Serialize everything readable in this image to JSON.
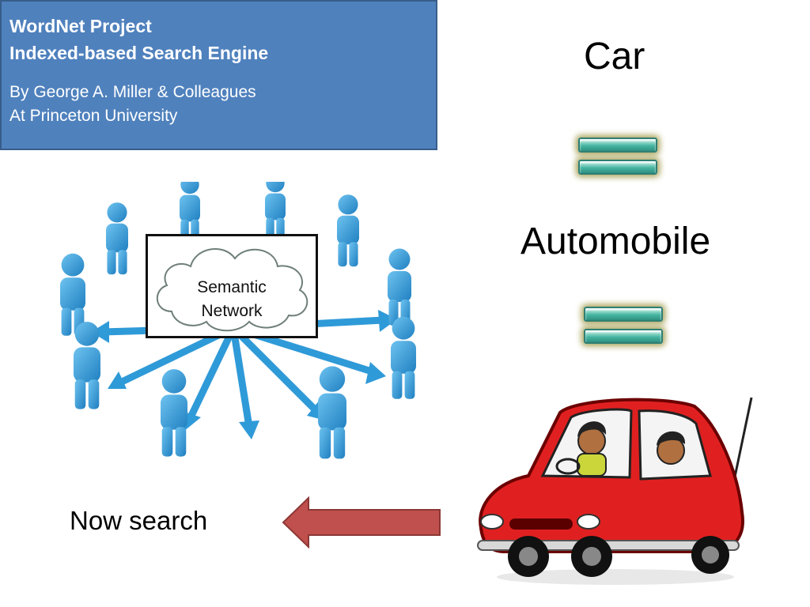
{
  "title_box": {
    "title_line1": "WordNet Project",
    "title_line2": "Indexed-based Search Engine",
    "byline1": "By George A. Miller & Colleagues",
    "byline2": "At Princeton University"
  },
  "words": {
    "car": "Car",
    "automobile": "Automobile",
    "now_search": "Now search"
  },
  "network": {
    "cloud_line1": "Semantic",
    "cloud_line2": "Network"
  },
  "colors": {
    "title_bg": "#4f81bd",
    "people_blue": "#2f9ad8",
    "arrow_red": "#c0504d",
    "car_red": "#e02020",
    "equals_teal": "#46b6a2"
  },
  "icons": [
    "people-network-illustration",
    "cloud-icon",
    "equals-icon",
    "left-arrow-icon",
    "car-illustration"
  ]
}
